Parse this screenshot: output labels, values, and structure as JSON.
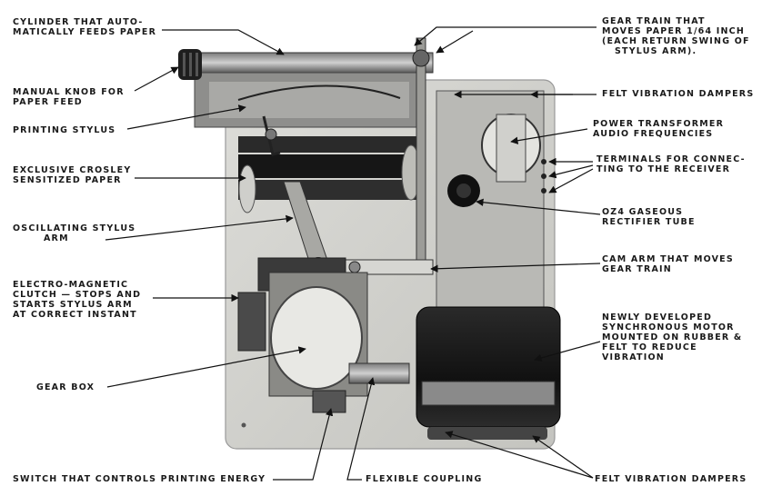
{
  "labels": {
    "cylinder": [
      "CYLINDER THAT AUTO-",
      "MATICALLY FEEDS PAPER"
    ],
    "knob": [
      "MANUAL KNOB FOR",
      "PAPER FEED"
    ],
    "stylus": [
      "PRINTING STYLUS"
    ],
    "paper": [
      "EXCLUSIVE CROSLEY",
      "SENSITIZED PAPER"
    ],
    "osc_arm": [
      "OSCILLATING STYLUS",
      "ARM"
    ],
    "clutch": [
      "ELECTRO-MAGNETIC",
      "CLUTCH — STOPS AND",
      "STARTS STYLUS ARM",
      "AT CORRECT INSTANT"
    ],
    "gearbox": [
      "GEAR BOX"
    ],
    "switch": [
      "SWITCH THAT CONTROLS PRINTING ENERGY"
    ],
    "coupling": [
      "FLEXIBLE COUPLING"
    ],
    "gear_train": [
      "GEAR TRAIN THAT",
      "MOVES PAPER 1/64 INCH",
      "(EACH RETURN SWING OF",
      "STYLUS ARM)."
    ],
    "felt_top": [
      "FELT VIBRATION DAMPERS"
    ],
    "transformer": [
      "POWER TRANSFORMER",
      "AUDIO FREQUENCIES"
    ],
    "terminals": [
      "TERMINALS FOR CONNEC-",
      "TING TO THE RECEIVER"
    ],
    "tube": [
      "OZ4 GASEOUS",
      "RECTIFIER TUBE"
    ],
    "cam": [
      "CAM ARM THAT MOVES",
      "GEAR TRAIN"
    ],
    "motor": [
      "NEWLY DEVELOPED",
      "SYNCHRONOUS MOTOR",
      "MOUNTED ON RUBBER &",
      "FELT TO REDUCE",
      "VIBRATION"
    ],
    "felt_bottom": [
      "FELT VIBRATION DAMPERS"
    ]
  }
}
